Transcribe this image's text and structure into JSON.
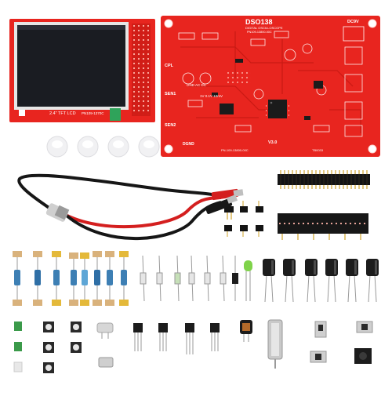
{
  "colors": {
    "pcb_red": "#e8251f",
    "pcb_dark_red": "#c91a14",
    "silkscreen": "#ffffff",
    "screen_dark": "#1a1c22",
    "wire_black": "#161616",
    "wire_red": "#d41f1f",
    "resistor_body": "#d9b27c",
    "capacitor_black": "#1c1c1c",
    "led_green": "#7fd34a"
  },
  "tft_board": {
    "size_label": "2.4\" TFT LCD",
    "part_label": "PN109-1370C"
  },
  "main_board": {
    "title": "DSO138",
    "subtitle": "DIGITAL OSCILLOSCOPE",
    "part_label": "PN109-13800-00C",
    "power_label": "DC9V",
    "version_label": "V3.0",
    "labels": {
      "cpl": "CPL",
      "sen1": "SEN1",
      "sen2": "SEN2",
      "coupling": "GND AC DC",
      "sensitivity": "1V 0.1V 10mV",
      "ground": "DGND",
      "part_bottom": "PN-109-13800-00C",
      "crystal": "TB0033"
    }
  },
  "icons": {
    "probe": "bnc-probe-cable-icon",
    "screen": "tft-screen-icon",
    "chip": "microcontroller-chip-icon"
  }
}
